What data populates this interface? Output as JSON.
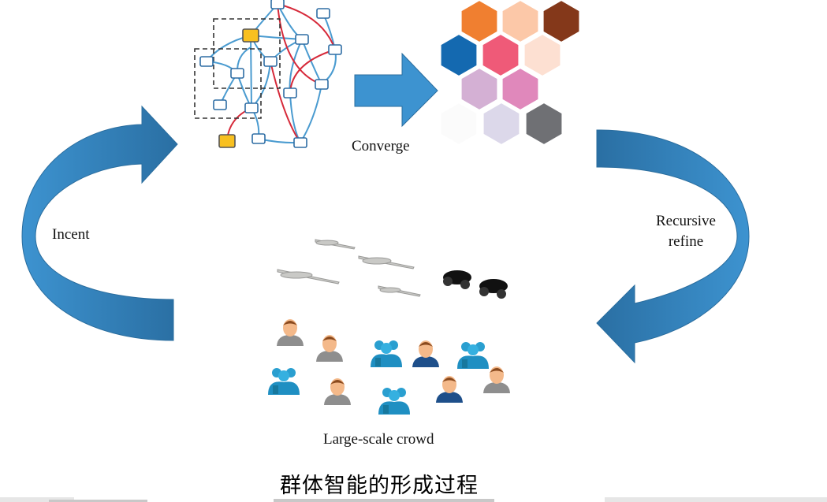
{
  "labels": {
    "converge": "Converge",
    "incent": "Incent",
    "recursive": "Recursive",
    "refine": "refine",
    "crowd": "Large-scale crowd"
  },
  "title": "群体智能的形成过程",
  "colors": {
    "arrow": "#3a8fcc",
    "arrow_dark": "#2a6d9e",
    "edge_blue": "#4a9bd0",
    "edge_red": "#d62a3a",
    "node_yellow": "#f8c020",
    "hexagons": [
      "#f07f30",
      "#fcc8a8",
      "#84381a",
      "#1469b0",
      "#ef5a78",
      "#fde0d2",
      "#d4b0d4",
      "#e088bb",
      "#fbfbfb",
      "#dcd8ea",
      "#6f7074"
    ]
  }
}
